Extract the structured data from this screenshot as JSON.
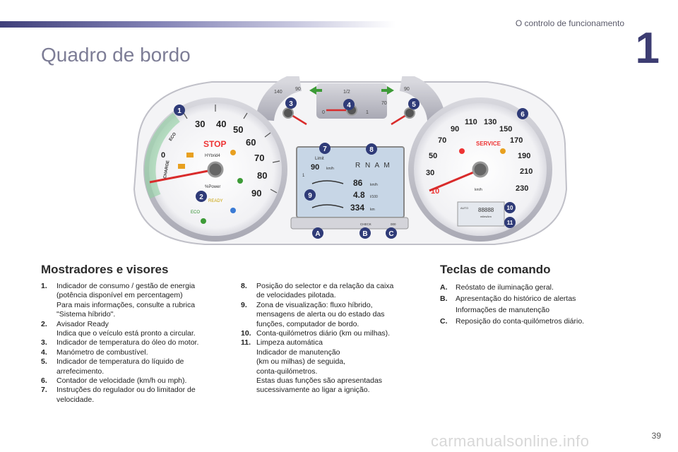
{
  "header": {
    "section": "O controlo de funcionamento",
    "chapter": "1"
  },
  "page_title": "Quadro de bordo",
  "dashboard": {
    "left_gauge": {
      "ticks": [
        "0",
        "30",
        "40",
        "50",
        "60",
        "70",
        "80",
        "90"
      ],
      "zone_labels": [
        "ECO",
        "CHARGE"
      ],
      "stop_label": "STOP",
      "hybrid_label": "HYbrid4",
      "power_label": "%Power",
      "ready_label": "READY",
      "eco_label": "ECO"
    },
    "oil_gauge": {
      "ticks": [
        "140",
        "90"
      ]
    },
    "fuel_gauge": {
      "ticks": [
        "0",
        "1/2",
        "1"
      ]
    },
    "coolant_gauge": {
      "ticks": [
        "70",
        "90"
      ]
    },
    "center_display": {
      "limit_label": "Limit",
      "limit_value": "90",
      "limit_unit": "km/h",
      "gear_text": "R N A M",
      "gear_sub": "1",
      "speed_value": "86",
      "speed_unit": "km/h",
      "consumption_value": "4.8",
      "consumption_unit": "l/100",
      "range_value": "334",
      "range_unit": "km"
    },
    "speedometer": {
      "ticks": [
        "10",
        "30",
        "50",
        "70",
        "90",
        "110",
        "130",
        "150",
        "170",
        "190",
        "210",
        "230"
      ],
      "service_label": "SERVICE",
      "unit": "km/h",
      "odo_label": "88888",
      "odo_unit": "miles/km",
      "auto_label": "AUTO"
    },
    "buttons": {
      "check_label": "CHECK",
      "odo_button_label": "000"
    },
    "callouts": [
      "1",
      "2",
      "3",
      "4",
      "5",
      "6",
      "7",
      "8",
      "9",
      "10",
      "11",
      "A",
      "B",
      "C"
    ],
    "colors": {
      "callout": "#2f3b78",
      "needle": "#d92b2b",
      "green_arrow": "#3d9b37",
      "eco_zone": "#8fd0a0"
    }
  },
  "sections": {
    "mostradores": {
      "title": "Mostradores e visores",
      "items_col1": [
        {
          "num": "1.",
          "text": "Indicador de consumo / gestão de energia\n(potência disponível em percentagem)\nPara mais informações, consulte a rubrica\n\"Sistema híbrido\"."
        },
        {
          "num": "2.",
          "text": "Avisador Ready\nIndica que o veículo está pronto a circular."
        },
        {
          "num": "3.",
          "text": "Indicador de temperatura do óleo do motor."
        },
        {
          "num": "4.",
          "text": "Manómetro de combustível."
        },
        {
          "num": "5.",
          "text": "Indicador de temperatura do líquido de\narrefecimento."
        },
        {
          "num": "6.",
          "text": "Contador de velocidade (km/h ou mph)."
        },
        {
          "num": "7.",
          "text": "Instruções do regulador ou do limitador de\nvelocidade."
        }
      ],
      "items_col2": [
        {
          "num": "8.",
          "text": "Posição do selector e da relação da caixa\nde velocidades pilotada."
        },
        {
          "num": "9.",
          "text": "Zona de visualização: fluxo híbrido,\nmensagens de alerta ou do estado das\nfunções, computador de bordo."
        },
        {
          "num": "10.",
          "text": "Conta-quilómetros diário (km ou milhas)."
        },
        {
          "num": "11.",
          "text": "Limpeza automática\nIndicador de manutenção\n(km ou milhas) de seguida,\nconta-quilómetros.\nEstas duas funções são apresentadas\nsucessivamente ao ligar a ignição."
        }
      ]
    },
    "teclas": {
      "title": "Teclas de comando",
      "items": [
        {
          "num": "A.",
          "text": "Reóstato de iluminação geral."
        },
        {
          "num": "B.",
          "text": "Apresentação do histórico de alertas\nInformações de manutenção"
        },
        {
          "num": "C.",
          "text": "Reposição do conta-quilómetros diário."
        }
      ]
    }
  },
  "footer": {
    "page_number": "39",
    "watermark": "carmanualsonline.info"
  }
}
